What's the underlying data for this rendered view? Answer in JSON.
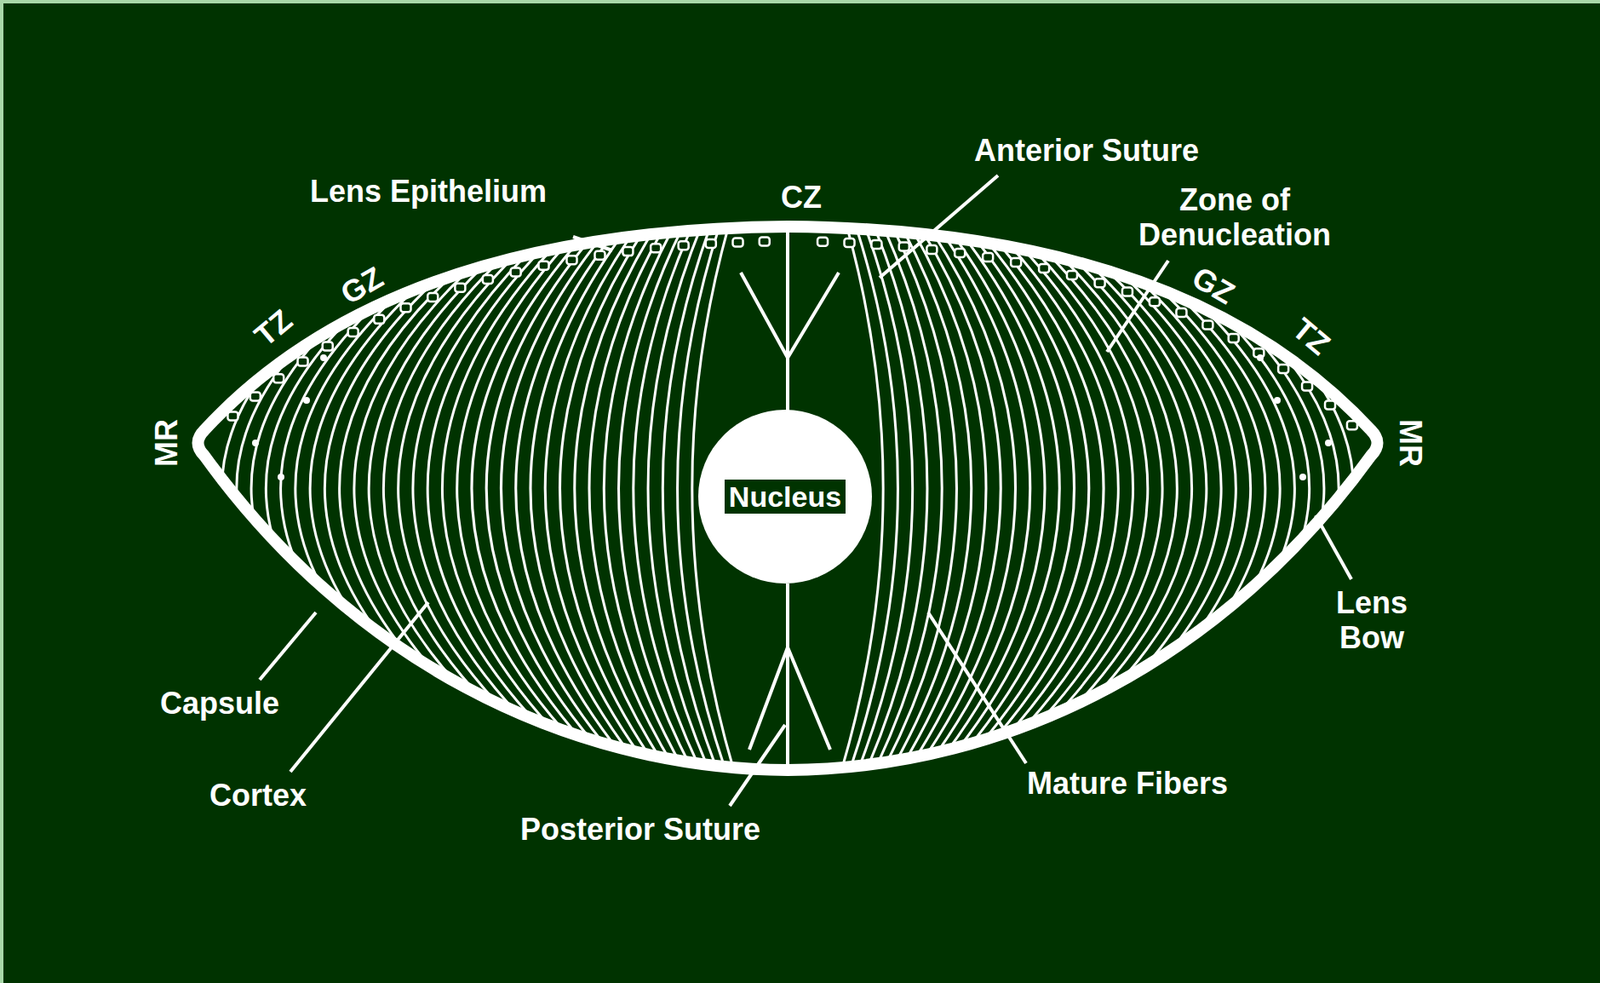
{
  "diagram": {
    "nodes": [
      {
        "text": [
          "Nucleus"
        ]
      }
    ],
    "labels": [
      "Lens Epithelium",
      "CZ",
      "Anterior Suture",
      "Zone of Denucleation",
      "GZ",
      "GZ",
      "TZ",
      "TZ",
      "MR",
      "MR",
      "Lens Bow",
      "Capsule",
      "Cortex",
      "Posterior Suture",
      "Mature Fibers"
    ]
  }
}
